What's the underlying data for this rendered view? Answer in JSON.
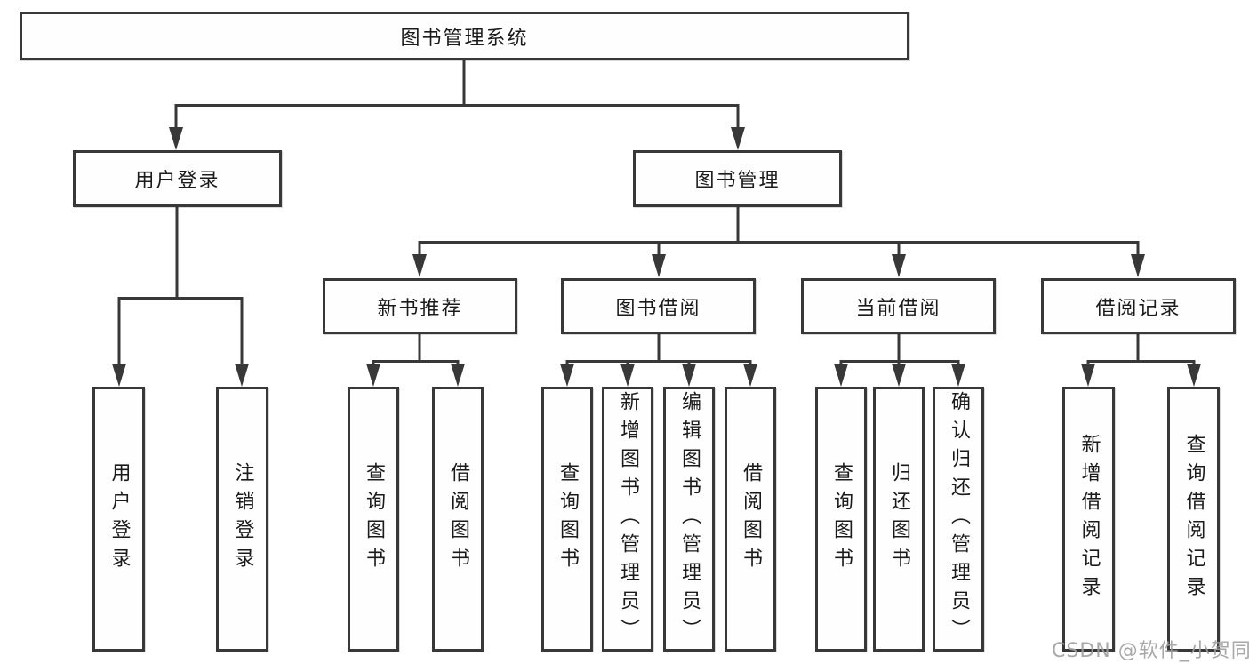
{
  "diagram": {
    "type": "hierarchy-tree",
    "colors": {
      "line": "#383838",
      "box_border": "#383838",
      "box_background": "#fefefe",
      "text": "#1b1b1b",
      "watermark": "#9e9e9e"
    },
    "nodes": {
      "root": "图书管理系统",
      "user_login": "用户登录",
      "book_mgmt": "图书管理",
      "new_book_rec": "新书推荐",
      "book_borrow": "图书借阅",
      "current_borrow": "当前借阅",
      "borrow_records": "借阅记录",
      "leaf_user_login": "用户登录",
      "leaf_logout": "注销登录",
      "leaf_query_books_rec": "查询图书",
      "leaf_borrow_books_rec": "借阅图书",
      "leaf_query_books_borrow": "查询图书",
      "leaf_add_book_admin": "新增图书（管理员）",
      "leaf_edit_book_admin": "编辑图书（管理员）",
      "leaf_borrow_books_borrow": "借阅图书",
      "leaf_query_books_current": "查询图书",
      "leaf_return_book": "归还图书",
      "leaf_confirm_return_admin": "确认归还（管理员）",
      "leaf_add_borrow_record": "新增借阅记录",
      "leaf_query_borrow_record": "查询借阅记录"
    },
    "edges": [
      [
        "root",
        "user_login"
      ],
      [
        "root",
        "book_mgmt"
      ],
      [
        "user_login",
        "leaf_user_login"
      ],
      [
        "user_login",
        "leaf_logout"
      ],
      [
        "book_mgmt",
        "new_book_rec"
      ],
      [
        "book_mgmt",
        "book_borrow"
      ],
      [
        "book_mgmt",
        "current_borrow"
      ],
      [
        "book_mgmt",
        "borrow_records"
      ],
      [
        "new_book_rec",
        "leaf_query_books_rec"
      ],
      [
        "new_book_rec",
        "leaf_borrow_books_rec"
      ],
      [
        "book_borrow",
        "leaf_query_books_borrow"
      ],
      [
        "book_borrow",
        "leaf_add_book_admin"
      ],
      [
        "book_borrow",
        "leaf_edit_book_admin"
      ],
      [
        "book_borrow",
        "leaf_borrow_books_borrow"
      ],
      [
        "current_borrow",
        "leaf_query_books_current"
      ],
      [
        "current_borrow",
        "leaf_return_book"
      ],
      [
        "current_borrow",
        "leaf_confirm_return_admin"
      ],
      [
        "borrow_records",
        "leaf_add_borrow_record"
      ],
      [
        "borrow_records",
        "leaf_query_borrow_record"
      ]
    ]
  },
  "watermark": "CSDN @软件_小贺同学"
}
